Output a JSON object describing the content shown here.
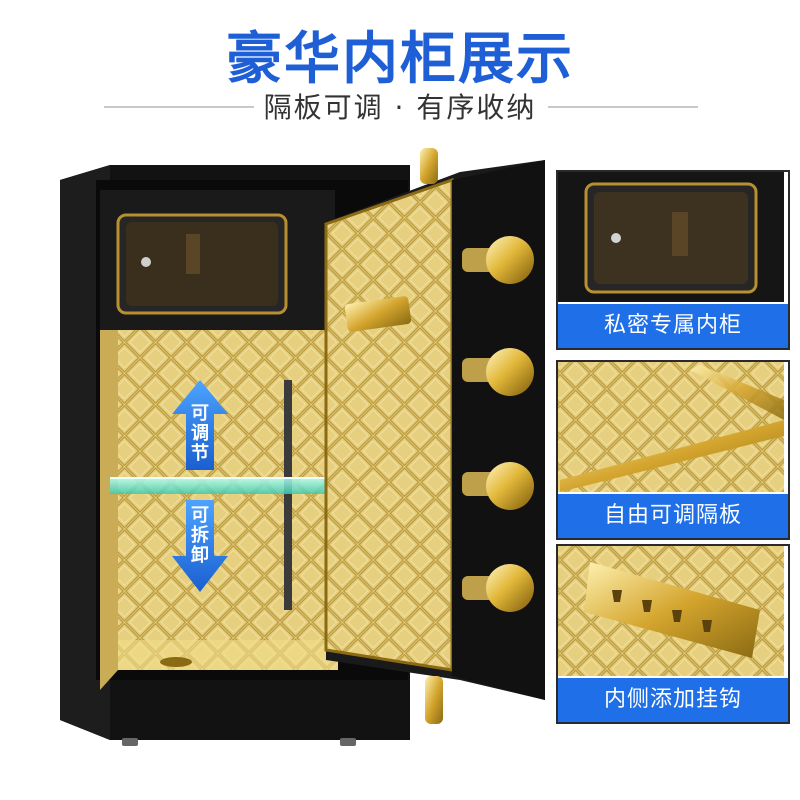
{
  "header": {
    "title": "豪华内柜展示",
    "subtitle": "隔板可调 · 有序收纳"
  },
  "arrows": {
    "up_label": [
      "可",
      "调",
      "节"
    ],
    "down_label": [
      "可",
      "拆",
      "卸"
    ]
  },
  "panels": [
    {
      "caption": "私密专属内柜"
    },
    {
      "caption": "自由可调隔板"
    },
    {
      "caption": "内侧添加挂钩"
    }
  ],
  "colors": {
    "title_blue": "#1f5fd6",
    "caption_blue": "#1e6fe8",
    "safe_black": "#141414",
    "gold": "#d9b95a",
    "gold_light": "#eed88e"
  }
}
